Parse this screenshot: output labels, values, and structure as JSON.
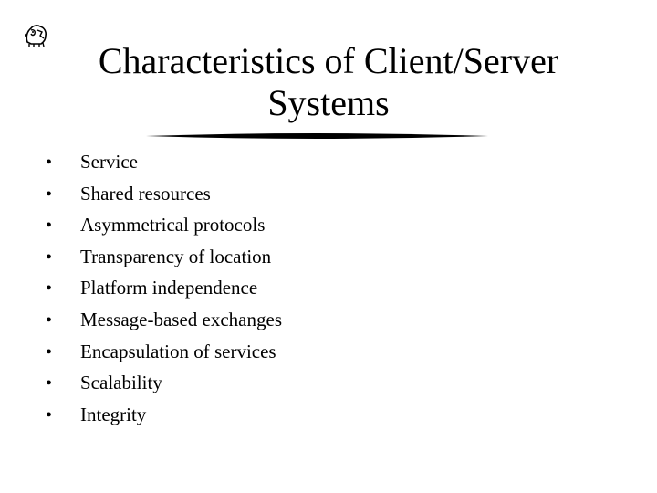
{
  "slide": {
    "title_lines": [
      "Characteristics of Client/Server",
      "Systems"
    ],
    "bullets": [
      "Service",
      "Shared resources",
      "Asymmetrical protocols",
      "Transparency of location",
      "Platform independence",
      "Message-based exchanges",
      "Encapsulation of services",
      "Scalability",
      "Integrity"
    ],
    "bullet_symbol": "•",
    "logo_icon": "lion-logo-icon",
    "accent_color": "#000000"
  }
}
